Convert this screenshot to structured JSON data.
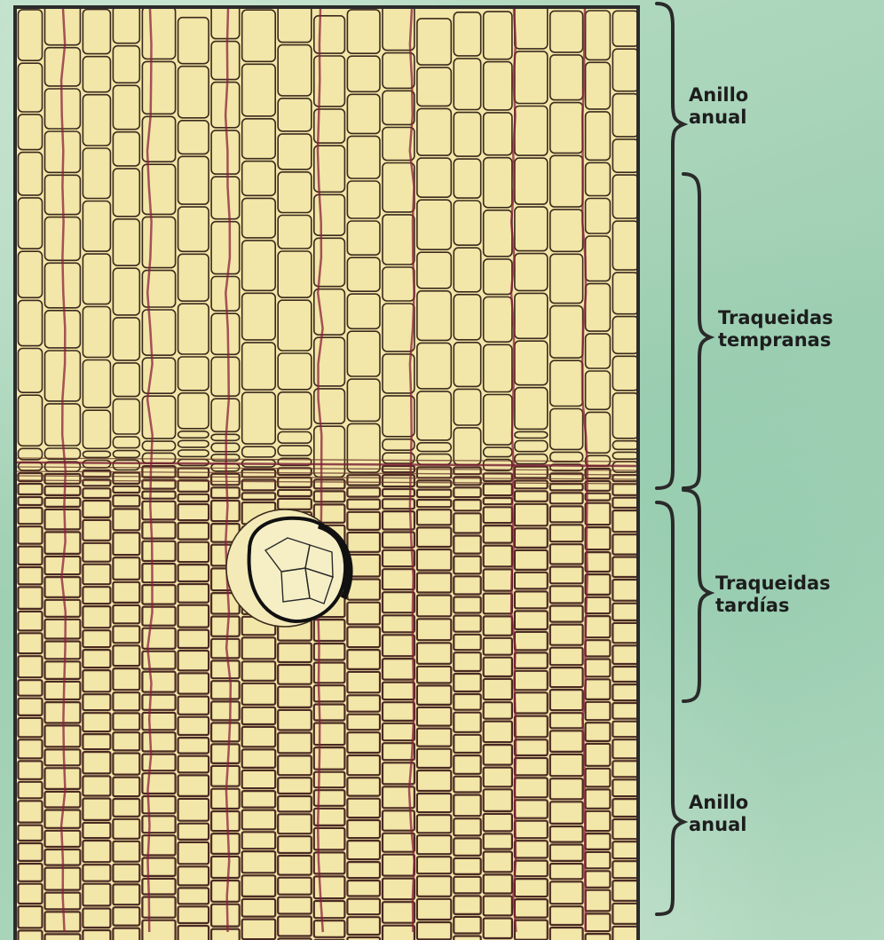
{
  "labels": {
    "annual_ring_top": {
      "line1": "Anillo",
      "line2": "anual"
    },
    "early_tracheids": {
      "line1": "Traqueidas",
      "line2": "tempranas"
    },
    "late_tracheids": {
      "line1": "Traqueidas",
      "line2": "tardías"
    },
    "annual_ring_bottom": {
      "line1": "Anillo",
      "line2": "anual"
    }
  },
  "colors": {
    "background": "#a9d4b8",
    "cell_fill": "#f2e6a8",
    "cell_wall": "#3a2a1c",
    "ray_line": "#8a1f3a",
    "frame": "#2b2b2b",
    "bracket": "#2a2a2a",
    "label_text": "#1d1d1d"
  }
}
